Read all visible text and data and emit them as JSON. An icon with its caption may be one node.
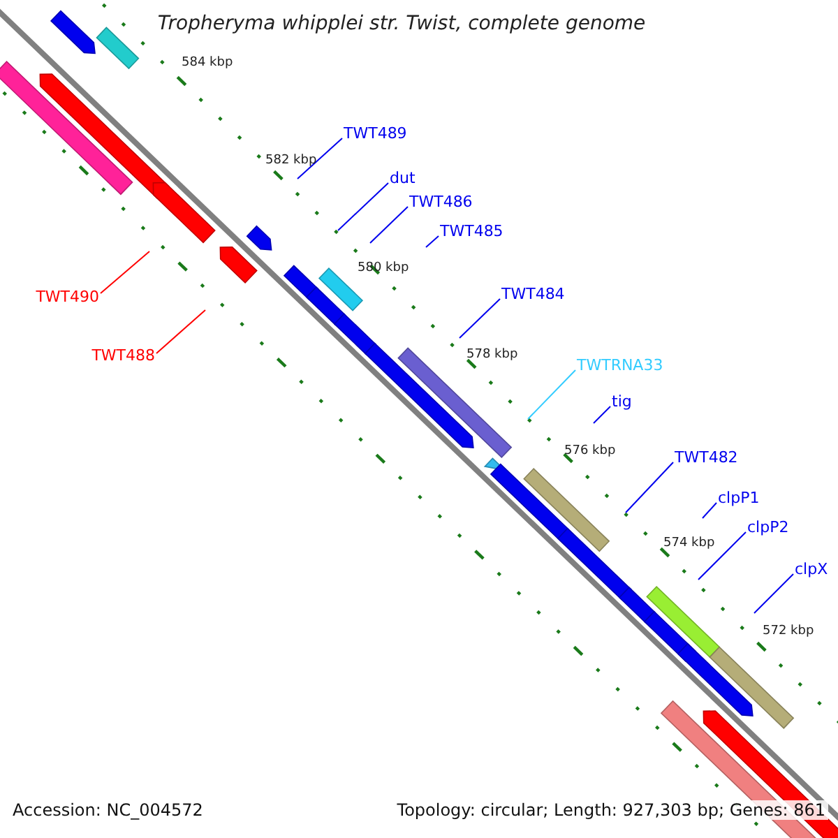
{
  "diagram": {
    "title": "Tropheryma whipplei str. Twist, complete genome",
    "nodes": [
      {
        "text": [
          "TWT490"
        ]
      },
      {
        "text": [
          "TWT488"
        ]
      },
      {
        "text": [
          "TWT489"
        ]
      },
      {
        "text": [
          "dut"
        ]
      },
      {
        "text": [
          "TWT486"
        ]
      },
      {
        "text": [
          "TWT485"
        ]
      },
      {
        "text": [
          "TWT484"
        ]
      },
      {
        "text": [
          "TWTRNA33"
        ]
      },
      {
        "text": [
          "tig"
        ]
      },
      {
        "text": [
          "TWT482"
        ]
      },
      {
        "text": [
          "clpP1"
        ]
      },
      {
        "text": [
          "clpP2"
        ]
      },
      {
        "text": [
          "clpX"
        ]
      }
    ],
    "edges": [
      {
        "from": 0,
        "to": null,
        "arrow": "none",
        "color": "#ff0000"
      },
      {
        "from": 1,
        "to": null,
        "arrow": "none",
        "color": "#ff0000"
      },
      {
        "from": 2,
        "to": null,
        "arrow": "none"
      },
      {
        "from": 3,
        "to": null,
        "arrow": "none"
      },
      {
        "from": 4,
        "to": null,
        "arrow": "none"
      },
      {
        "from": 5,
        "to": null,
        "arrow": "none"
      },
      {
        "from": 6,
        "to": null,
        "arrow": "none"
      },
      {
        "from": 7,
        "to": null,
        "arrow": "none",
        "color": "#33ccff"
      },
      {
        "from": 8,
        "to": null,
        "arrow": "none"
      },
      {
        "from": 9,
        "to": null,
        "arrow": "none"
      },
      {
        "from": 10,
        "to": null,
        "arrow": "none"
      },
      {
        "from": 11,
        "to": null,
        "arrow": "none"
      },
      {
        "from": 12,
        "to": null,
        "arrow": "none"
      }
    ],
    "labels": [
      "584 kbp",
      "582 kbp",
      "580 kbp",
      "578 kbp",
      "576 kbp",
      "574 kbp",
      "572 kbp",
      "Accession: NC_004572",
      "Topology: circular; Length: 927,303 bp; Genes: 861"
    ]
  }
}
